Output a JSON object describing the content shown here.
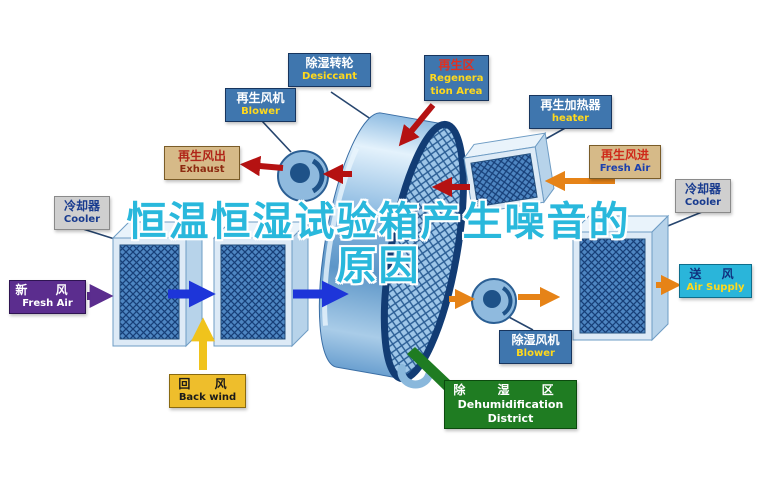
{
  "title": {
    "line1": "恒温恒湿试验箱产生噪音的",
    "line2": "原因"
  },
  "labels": {
    "desiccant": {
      "zh": "除湿转轮",
      "en": "Desiccant"
    },
    "regeneration_area": {
      "zh": "再生区",
      "en": "Regeneration Area"
    },
    "regen_blower": {
      "zh": "再生风机",
      "en": "Blower"
    },
    "regen_heater": {
      "zh": "再生加热器",
      "en": "heater"
    },
    "exhaust": {
      "zh": "再生风出",
      "en": "Exhaust"
    },
    "regen_fresh_air": {
      "zh": "再生风进",
      "en": "Fresh Air"
    },
    "cooler_left": {
      "zh": "冷却器",
      "en": "Cooler"
    },
    "cooler_right": {
      "zh": "冷却器",
      "en": "Cooler"
    },
    "fresh_air": {
      "zh": "新 风",
      "en": "Fresh Air"
    },
    "air_supply": {
      "zh": "送 风",
      "en": "Air Supply"
    },
    "back_wind": {
      "zh": "回 风",
      "en": "Back wind"
    },
    "dehumid_blower": {
      "zh": "除湿风机",
      "en": "Blower"
    },
    "dehumid_district": {
      "zh": "除 湿 区",
      "en_line1": "Dehumidification",
      "en_line2": "District"
    }
  },
  "colors": {
    "title_text": "#29b8dc",
    "label_blue": "#3f76ae",
    "label_tan": "#d6ba88",
    "label_gray": "#cfcfcf",
    "label_purple": "#5b2d8e",
    "label_yellow": "#eebe2c",
    "label_cyan": "#2ab5da",
    "label_green": "#1f7c22",
    "arrow_red": "#b51212",
    "arrow_orange": "#e68317",
    "arrow_blue": "#1d35d9",
    "arrow_purple": "#5b2d8e",
    "arrow_yellow": "#f0c31c",
    "wheel_blue": "#5d96c8"
  }
}
